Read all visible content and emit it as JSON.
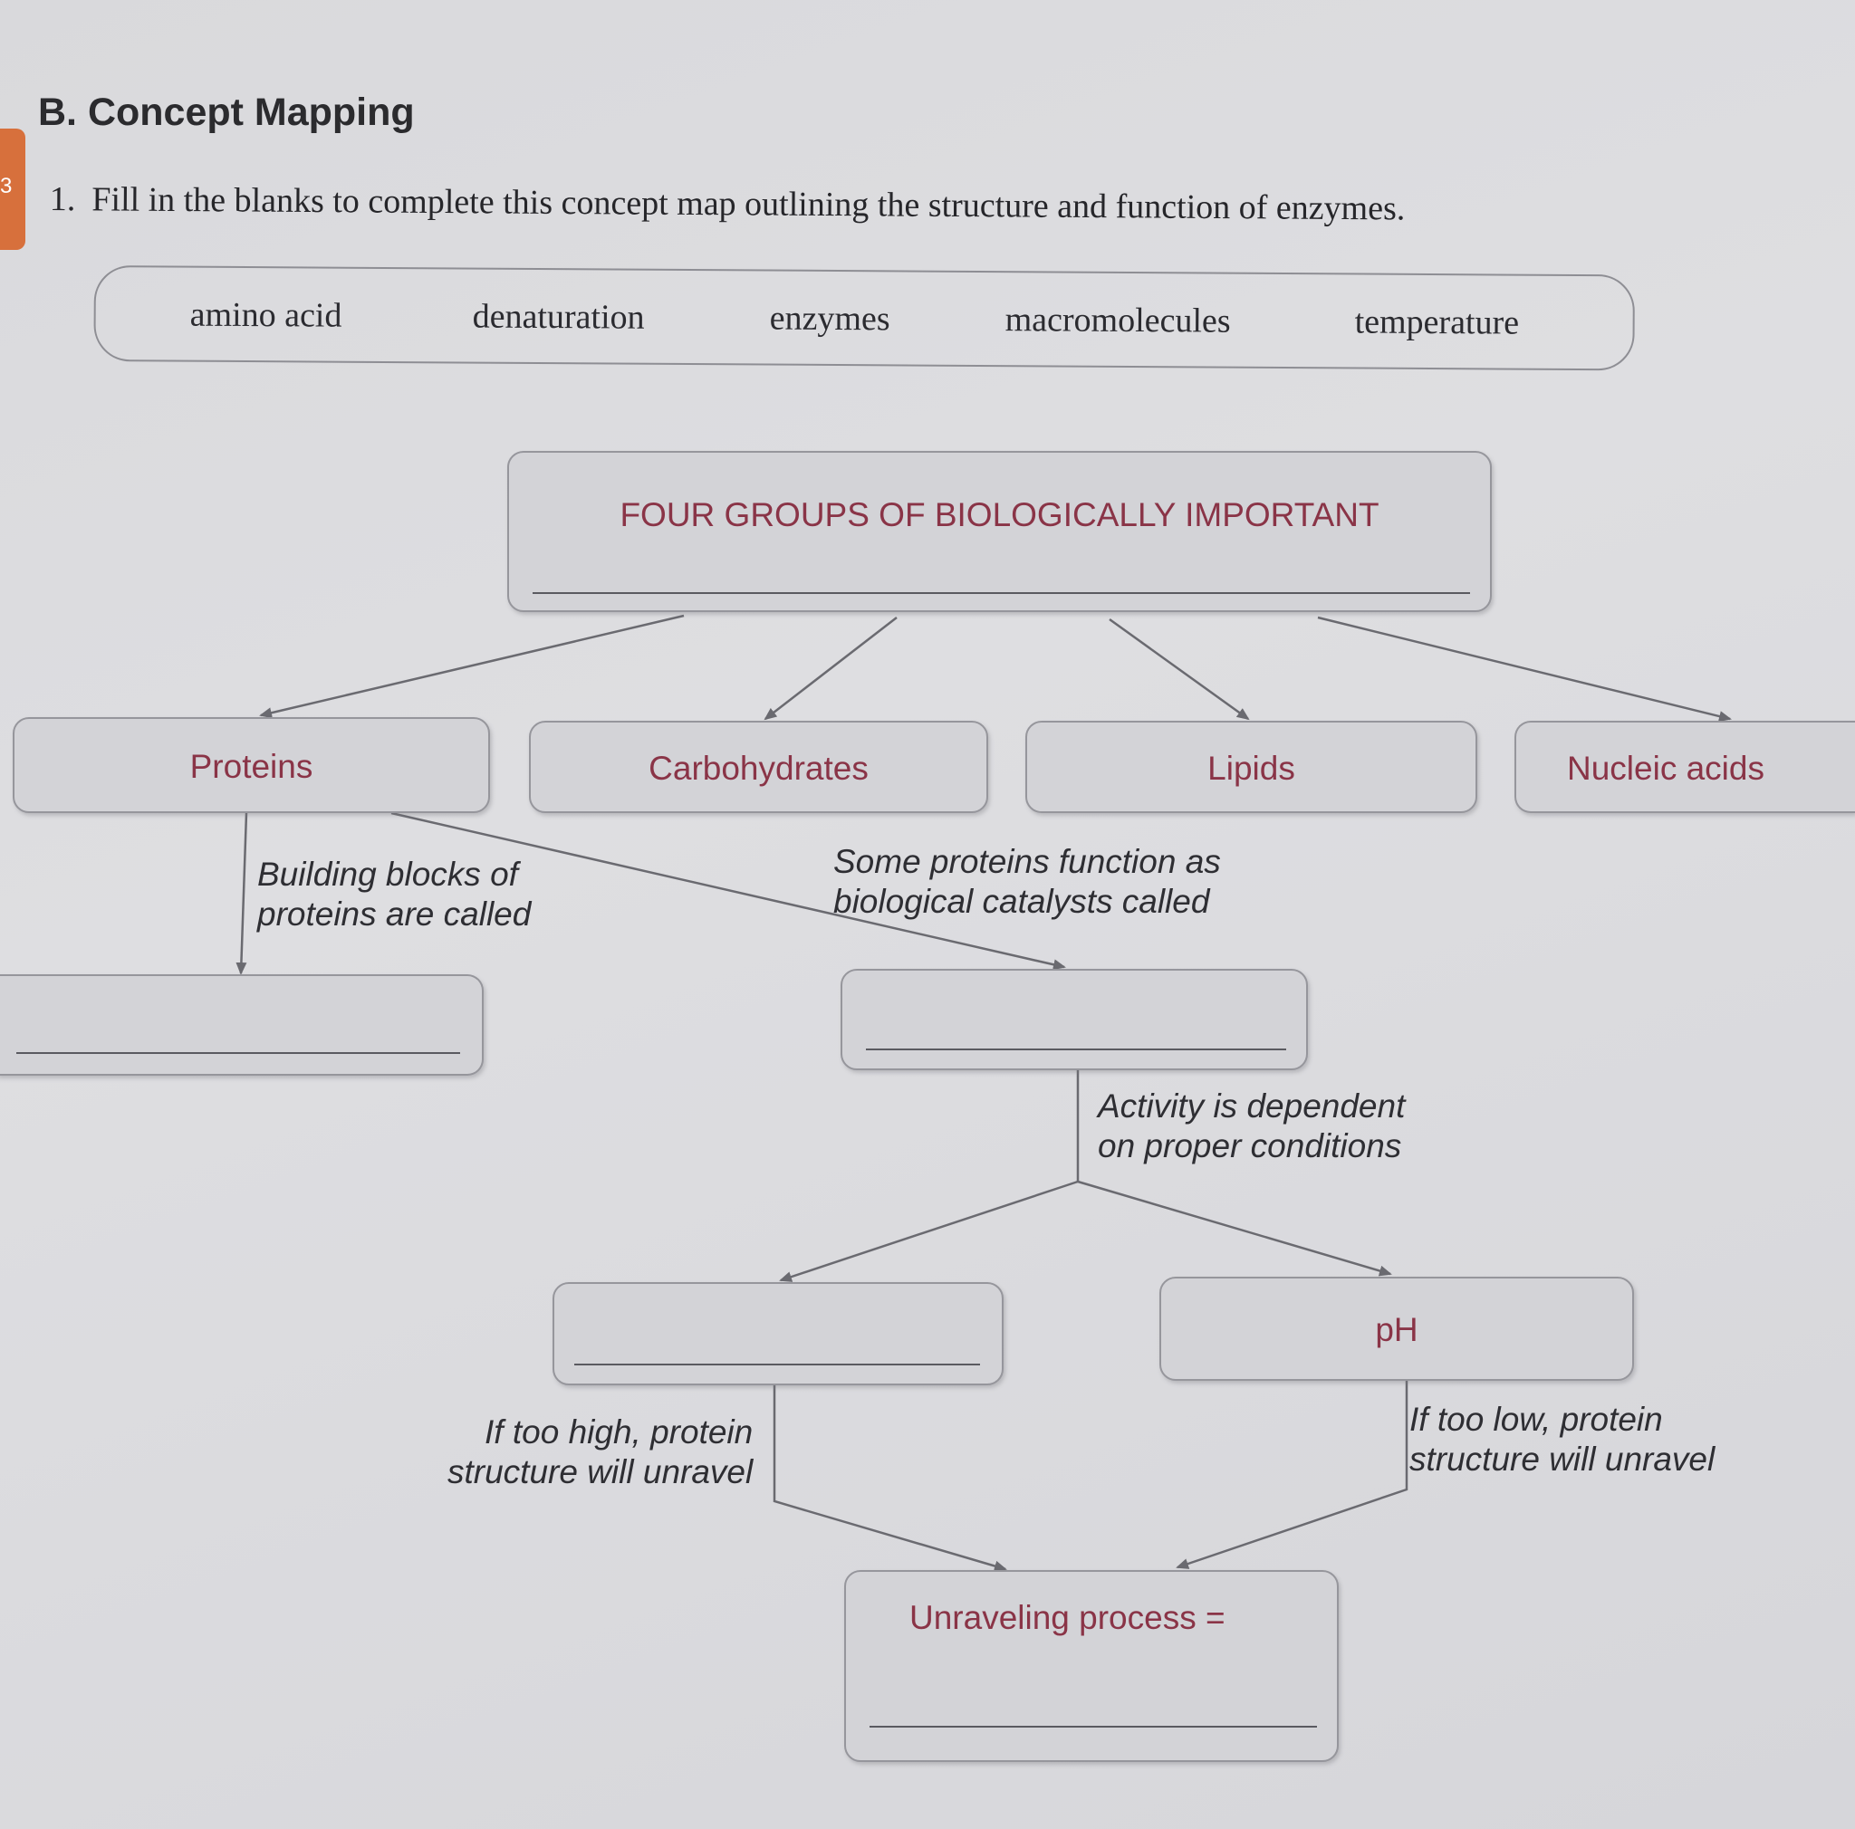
{
  "side_tab": {
    "label": "3"
  },
  "section": {
    "title": "B. Concept Mapping"
  },
  "question": {
    "number": "1.",
    "text": "Fill in the blanks to complete this concept map outlining the structure and function of enzymes."
  },
  "word_bank": [
    "amino acid",
    "denaturation",
    "enzymes",
    "macromolecules",
    "temperature"
  ],
  "concept_map": {
    "top_node": {
      "text": "FOUR GROUPS OF BIOLOGICALLY IMPORTANT",
      "blank": ""
    },
    "groups": [
      "Proteins",
      "Carbohydrates",
      "Lipids",
      "Nucleic acids"
    ],
    "building_blocks": {
      "link_label": [
        "Building blocks of",
        "proteins are called"
      ],
      "blank": ""
    },
    "catalysts": {
      "link_label": [
        "Some proteins function as",
        "biological catalysts called"
      ],
      "blank": ""
    },
    "conditions": {
      "link_label": [
        "Activity is dependent",
        "on proper conditions"
      ],
      "left_blank": "",
      "right_node": "pH"
    },
    "unravel_high": [
      "If too high, protein",
      "structure will unravel"
    ],
    "unravel_low": [
      "If too low, protein",
      "structure will unravel"
    ],
    "bottom_node": {
      "text": "Unraveling process =",
      "blank": ""
    }
  },
  "colors": {
    "maroon_text": "#8a3447",
    "box_fill": "#d3d3d7",
    "line": "#6a6a70"
  }
}
